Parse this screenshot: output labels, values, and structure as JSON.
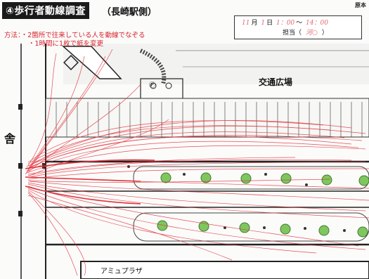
{
  "header": {
    "title": "④歩行者動線調査",
    "subtitle": "（長崎駅側）",
    "corner_label": "原本"
  },
  "method": {
    "label": "方法：",
    "line1": "・2箇所で往来している人を動線でなぞる",
    "line2": "・1時間に1枚で紙を変更"
  },
  "form": {
    "month_value": "11",
    "month_label": "月",
    "day_value": "1",
    "day_label": "日",
    "start_time": "1：00",
    "separator": "～",
    "end_time": "14：00",
    "person_label": "担当（",
    "person_value": "河○",
    "person_close": "）"
  },
  "map": {
    "plaza_label": "交通広場",
    "station_label": "舎",
    "mall_label": "アミュプラザ",
    "bus_stop_mark": "Ⓟ",
    "line_color": "#e2313b"
  }
}
